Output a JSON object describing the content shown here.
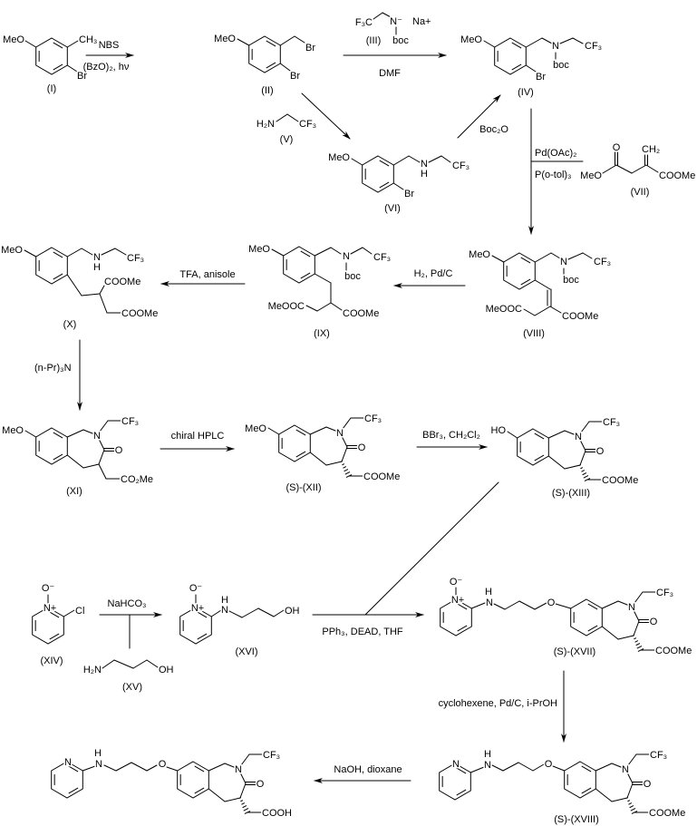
{
  "compounds": {
    "I": {
      "label": "(I)",
      "MeO": "MeO",
      "CH3": "CH₃",
      "Br": "Br"
    },
    "II": {
      "label": "(II)",
      "MeO": "MeO",
      "Br1": "Br",
      "Br2": "Br"
    },
    "III": {
      "label": "(III)",
      "F3C": "F₃C",
      "N": "N⁻",
      "Na": "Na+",
      "boc": "boc"
    },
    "IV": {
      "label": "(IV)",
      "MeO": "MeO",
      "N": "N",
      "CF3": "CF₃",
      "boc": "boc",
      "Br": "Br"
    },
    "V": {
      "label": "(V)",
      "H2N": "H₂N",
      "CF3": "CF₃"
    },
    "VI": {
      "label": "(VI)",
      "MeO": "MeO",
      "N": "N",
      "H": "H",
      "CF3": "CF₃",
      "Br": "Br"
    },
    "VII": {
      "label": "(VII)",
      "MeO": "MeO",
      "O": "O",
      "CH2": "CH₂",
      "COOMe": "COOMe"
    },
    "VIII": {
      "label": "(VIII)",
      "MeO": "MeO",
      "N": "N",
      "CF3": "CF₃",
      "boc": "boc",
      "MeOOC": "MeOOC",
      "COOMe": "COOMe"
    },
    "IX": {
      "label": "(IX)",
      "MeO": "MeO",
      "N": "N",
      "CF3": "CF₃",
      "boc": "boc",
      "MeOOC": "MeOOC",
      "COOMe": "COOMe"
    },
    "X": {
      "label": "(X)",
      "MeO": "MeO",
      "N": "N",
      "H": "H",
      "CF3": "CF₃",
      "COOMe1": "COOMe",
      "COOMe2": "COOMe"
    },
    "XI": {
      "label": "(XI)",
      "MeO": "MeO",
      "N": "N",
      "CF3": "CF₃",
      "O": "O",
      "side": "CO₂Me"
    },
    "XII": {
      "label": "(S)-(XII)",
      "MeO": "MeO",
      "N": "N",
      "CF3": "CF₃",
      "O": "O",
      "side": "COOMe"
    },
    "XIII": {
      "label": "(S)-(XIII)",
      "HO": "HO",
      "N": "N",
      "CF3": "CF₃",
      "O": "O",
      "side": "COOMe"
    },
    "XIV": {
      "label": "(XIV)",
      "Ox": "O⁻",
      "Npy": "N+",
      "Cl": "Cl"
    },
    "XV": {
      "label": "(XV)",
      "H2N": "H₂N",
      "OH": "OH"
    },
    "XVI": {
      "label": "(XVI)",
      "Ox": "O⁻",
      "Npy": "N+",
      "NHN": "N",
      "NHH": "H",
      "OH": "OH"
    },
    "XVII": {
      "label": "(S)-(XVII)",
      "Ox": "O⁻",
      "Npy": "N+",
      "NHN": "N",
      "NHH": "H",
      "Oe": "O",
      "N": "N",
      "CF3": "CF₃",
      "O": "O",
      "side": "COOMe"
    },
    "XVIII": {
      "label": "(S)-(XVIII)",
      "Npy": "N",
      "NHN": "N",
      "NHH": "H",
      "Oe": "O",
      "N": "N",
      "CF3": "CF₃",
      "O": "O",
      "side": "COOMe"
    },
    "final": {
      "Npy": "N",
      "NHN": "N",
      "NHH": "H",
      "Oe": "O",
      "N": "N",
      "CF3": "CF₃",
      "O": "O",
      "side": "COOH"
    }
  },
  "conditions": {
    "bromination": {
      "above": "NBS",
      "below": "(BzO)₂, hν"
    },
    "alkylation": {
      "below": "DMF"
    },
    "boc_protection": "Boc₂O",
    "heck": {
      "catalyst": "Pd(OAc)₂",
      "ligand": "P(o-tol)₃"
    },
    "hydrogenation": "H₂, Pd/C",
    "deprotection": "TFA, anisole",
    "cyclization": "(n-Pr)₃N",
    "resolution": "chiral HPLC",
    "demethylation": "BBr₃, CH₂Cl₂",
    "amination": "NaHCO₃",
    "mitsunobu": "PPh₃, DEAD, THF",
    "reduction": "cyclohexene, Pd/C, i-PrOH",
    "hydrolysis": "NaOH, dioxane"
  }
}
